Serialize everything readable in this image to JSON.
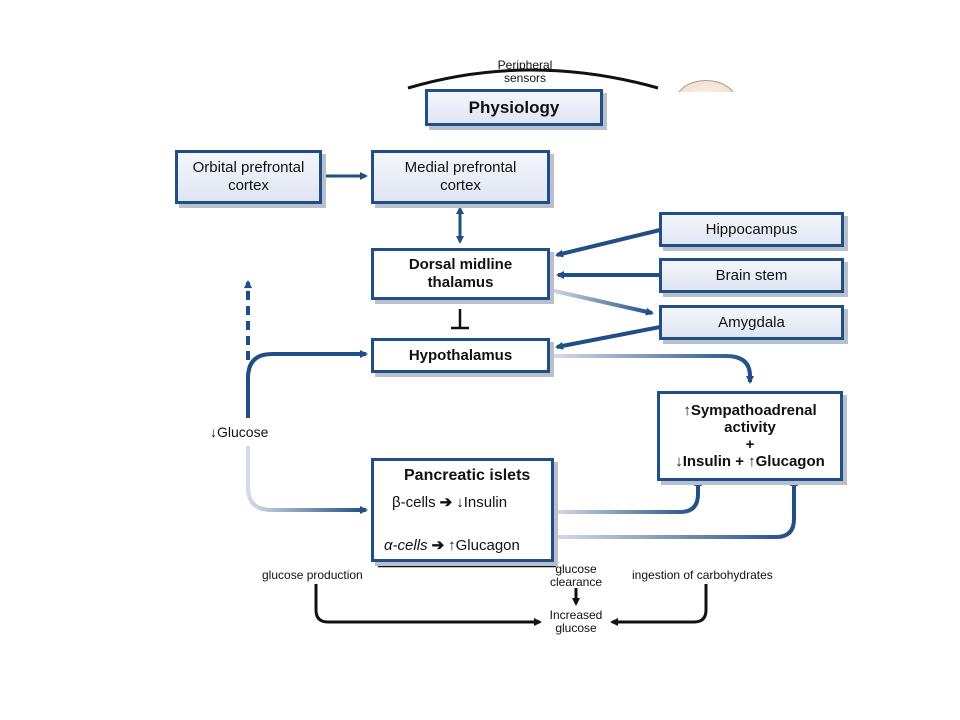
{
  "top": {
    "peripheral_sensors": "Peripheral\nsensors",
    "physiology": "Physiology"
  },
  "boxes": {
    "orbital": "Orbital prefrontal\ncortex",
    "medial": "Medial prefrontal\ncortex",
    "thalamus": "Dorsal midline\nthalamus",
    "hypothalamus": "Hypothalamus",
    "hippocampus": "Hippocampus",
    "brainstem": "Brain stem",
    "amygdala": "Amygdala"
  },
  "sympathoadrenal": {
    "line1": "↑Sympathoadrenal",
    "line2": "activity",
    "plus": "+",
    "line3": "↓Insulin + ↑Glucagon"
  },
  "pancreas": {
    "title": "Pancreatic islets",
    "beta_cells": "β-cells",
    "insulin": "↓Insulin",
    "alpha_cells": "α-cells",
    "glucagon": "↑Glucagon"
  },
  "labels": {
    "glucose": "↓Glucose",
    "glucose_production": "glucose production",
    "glucose_clearance": "glucose\nclearance",
    "ingestion": "ingestion of carbohydrates",
    "increased_glucose": "Increased\nglucose"
  },
  "colors": {
    "arrow": "#1f4f86",
    "box_border": "#1f4f86",
    "box_fill": "#e6ebf5",
    "shadow": "#b9c0cc"
  }
}
